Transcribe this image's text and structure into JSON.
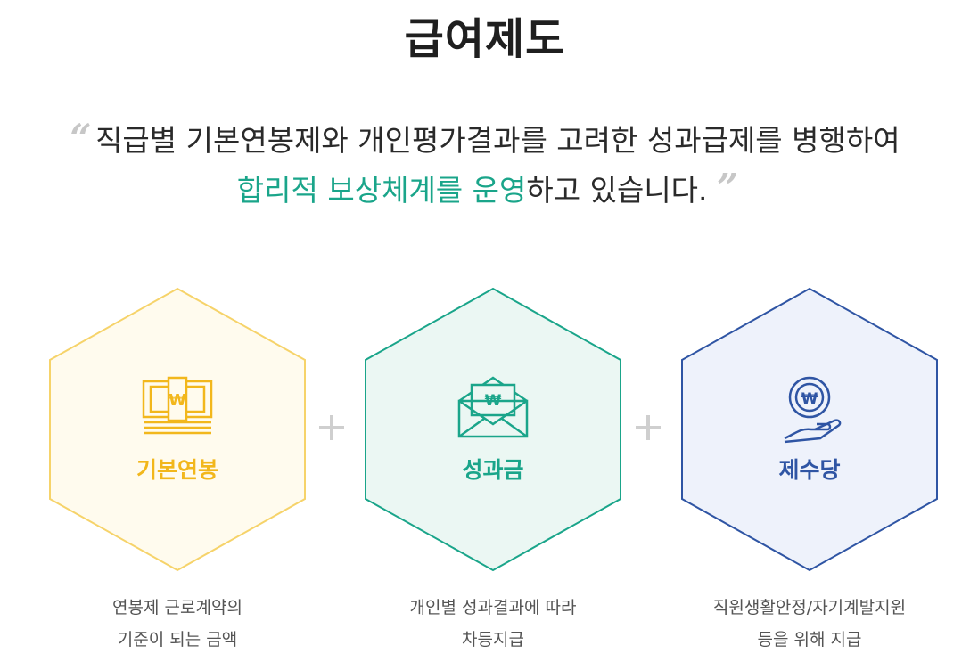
{
  "page": {
    "title": "급여제도",
    "quote_line1": "직급별 기본연봉제와 개인평가결과를 고려한 성과급제를 병행하여",
    "quote_line2_highlight": "합리적 보상체계를 운영",
    "quote_line2_rest": "하고 있습니다.",
    "open_quote": "“",
    "close_quote": "”",
    "plus_sign": "+"
  },
  "colors": {
    "highlight": "#1aa58a",
    "yellow": "#f2b71c",
    "green": "#1aa58a",
    "blue": "#2f55a4"
  },
  "items": [
    {
      "label": "기본연봉",
      "icon": "cash-bundle-icon",
      "desc_line1": "연봉제 근로계약의",
      "desc_line2": "기준이 되는 금액"
    },
    {
      "label": "성과금",
      "icon": "envelope-money-icon",
      "desc_line1": "개인별 성과결과에 따라",
      "desc_line2": "차등지급"
    },
    {
      "label": "제수당",
      "icon": "coin-hand-icon",
      "desc_line1": "직원생활안정/자기계발지원",
      "desc_line2": "등을 위해 지급"
    }
  ]
}
